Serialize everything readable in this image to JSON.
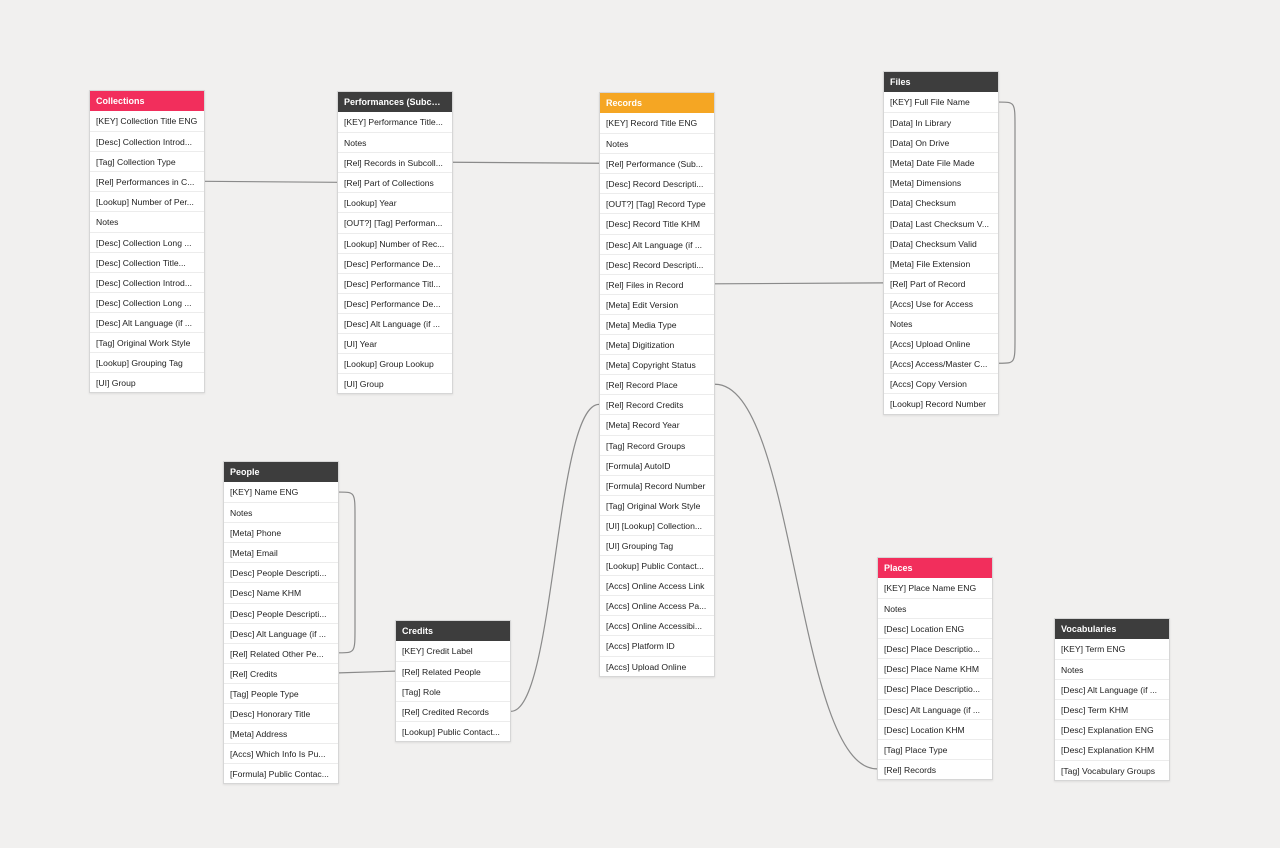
{
  "colors": {
    "dark_header": "#3d3d3d",
    "pink_header": "#f22e5c",
    "orange_header": "#f5a623",
    "link_line": "#8a8a8a"
  },
  "tables": [
    {
      "id": "collections",
      "title": "Collections",
      "header_color": "#f22e5c",
      "fields": [
        "[KEY] Collection Title ENG",
        "[Desc] Collection Introd...",
        "[Tag] Collection Type",
        "[Rel] Performances in C...",
        "[Lookup] Number of Per...",
        "Notes",
        "[Desc] Collection Long ...",
        "[Desc] Collection Title...",
        "[Desc] Collection Introd...",
        "[Desc] Collection Long ...",
        "[Desc] Alt Language (if ...",
        "[Tag] Original Work Style",
        "[Lookup] Grouping Tag",
        "[UI] Group"
      ]
    },
    {
      "id": "performances",
      "title": "Performances (Subcoll...",
      "header_color": "#3d3d3d",
      "fields": [
        "[KEY] Performance Title...",
        "Notes",
        "[Rel] Records in Subcoll...",
        "[Rel] Part of Collections",
        "[Lookup] Year",
        "[OUT?] [Tag] Performan...",
        "[Lookup] Number of Rec...",
        "[Desc] Performance De...",
        "[Desc] Performance Titl...",
        "[Desc] Performance De...",
        "[Desc] Alt Language (if ...",
        "[UI] Year",
        "[Lookup] Group Lookup",
        "[UI] Group"
      ]
    },
    {
      "id": "records",
      "title": "Records",
      "header_color": "#f5a623",
      "fields": [
        "[KEY] Record Title ENG",
        "Notes",
        "[Rel] Performance (Sub...",
        "[Desc] Record Descripti...",
        "[OUT?] [Tag] Record Type",
        "[Desc] Record Title KHM",
        "[Desc] Alt Language (if ...",
        "[Desc] Record Descripti...",
        "[Rel] Files in Record",
        "[Meta] Edit Version",
        "[Meta] Media Type",
        "[Meta] Digitization",
        "[Meta] Copyright Status",
        "[Rel] Record Place",
        "[Rel] Record Credits",
        "[Meta] Record Year",
        "[Tag] Record Groups",
        "[Formula] AutoID",
        "[Formula] Record Number",
        "[Tag] Original Work Style",
        "[UI] [Lookup] Collection...",
        "[UI] Grouping Tag",
        "[Lookup] Public Contact...",
        "[Accs] Online Access Link",
        "[Accs] Online Access Pa...",
        "[Accs] Online Accessibi...",
        "[Accs] Platform ID",
        "[Accs] Upload Online"
      ]
    },
    {
      "id": "files",
      "title": "Files",
      "header_color": "#3d3d3d",
      "fields": [
        "[KEY] Full File Name",
        "[Data] In Library",
        "[Data] On Drive",
        "[Meta] Date File Made",
        "[Meta] Dimensions",
        "[Data] Checksum",
        "[Data] Last Checksum V...",
        "[Data] Checksum Valid",
        "[Meta] File Extension",
        "[Rel] Part of Record",
        "[Accs] Use for Access",
        "Notes",
        "[Accs] Upload Online",
        "[Accs] Access/Master C...",
        "[Accs] Copy Version",
        "[Lookup] Record Number"
      ]
    },
    {
      "id": "people",
      "title": "People",
      "header_color": "#3d3d3d",
      "fields": [
        "[KEY] Name ENG",
        "Notes",
        "[Meta] Phone",
        "[Meta] Email",
        "[Desc] People Descripti...",
        "[Desc] Name KHM",
        "[Desc] People Descripti...",
        "[Desc] Alt Language (if ...",
        "[Rel] Related Other Pe...",
        "[Rel] Credits",
        "[Tag] People Type",
        "[Desc] Honorary Title",
        "[Meta] Address",
        "[Accs] Which Info Is Pu...",
        "[Formula] Public Contac..."
      ]
    },
    {
      "id": "credits",
      "title": "Credits",
      "header_color": "#3d3d3d",
      "fields": [
        "[KEY] Credit Label",
        "[Rel] Related People",
        "[Tag] Role",
        "[Rel] Credited Records",
        "[Lookup] Public Contact..."
      ]
    },
    {
      "id": "places",
      "title": "Places",
      "header_color": "#f22e5c",
      "fields": [
        "[KEY] Place Name ENG",
        "Notes",
        "[Desc] Location ENG",
        "[Desc] Place Descriptio...",
        "[Desc] Place Name KHM",
        "[Desc] Place Descriptio...",
        "[Desc] Alt Language (if ...",
        "[Desc] Location KHM",
        "[Tag] Place Type",
        "[Rel] Records"
      ]
    },
    {
      "id": "vocabularies",
      "title": "Vocabularies",
      "header_color": "#3d3d3d",
      "fields": [
        "[KEY] Term ENG",
        "Notes",
        "[Desc] Alt Language (if ...",
        "[Desc] Term KHM",
        "[Desc] Explanation ENG",
        "[Desc] Explanation KHM",
        "[Tag] Vocabulary Groups"
      ]
    }
  ],
  "links": [
    {
      "from": "collections",
      "from_field": 3,
      "to": "performances",
      "to_field": 3
    },
    {
      "from": "performances",
      "from_field": 2,
      "to": "records",
      "to_field": 2
    },
    {
      "from": "records",
      "from_field": 8,
      "to": "files",
      "to_field": 9
    },
    {
      "from": "files",
      "from_field": 0,
      "to": "files",
      "to_field": 13
    },
    {
      "from": "people",
      "from_field": 0,
      "to": "people",
      "to_field": 8
    },
    {
      "from": "people",
      "from_field": 9,
      "to": "credits",
      "to_field": 1
    },
    {
      "from": "credits",
      "from_field": 3,
      "to": "records",
      "to_field": 14
    },
    {
      "from": "records",
      "from_field": 13,
      "to": "places",
      "to_field": 9
    }
  ]
}
